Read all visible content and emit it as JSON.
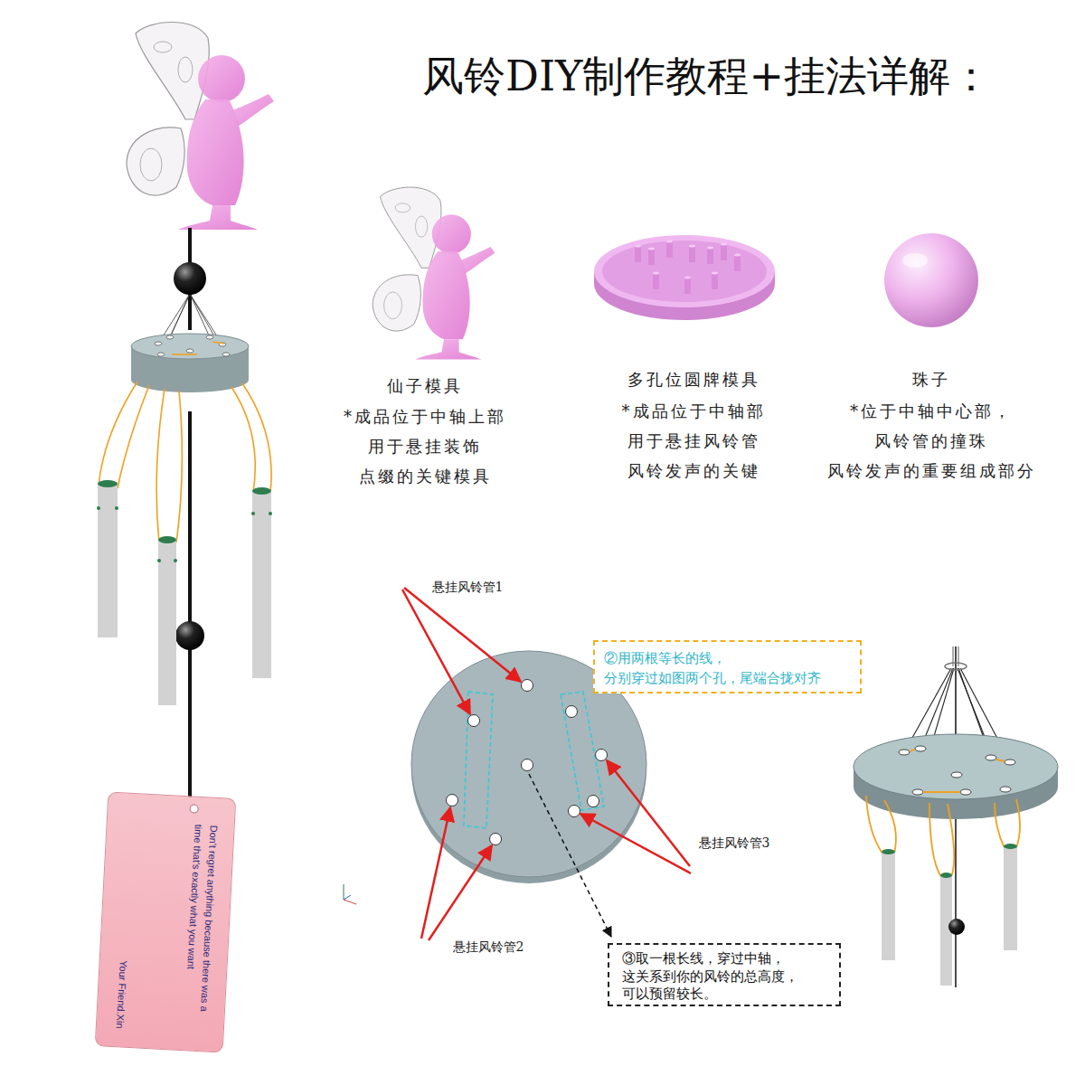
{
  "diagram": {
    "title": "风铃DIY制作教程+挂法详解：",
    "nodes": [
      {
        "text": [
          "②用两根等长的线， 分别穿过如图两个孔，尾端合拢对齐"
        ]
      },
      {
        "text": [
          "③取一根长线，穿过中轴， 这关系到你的风铃的总高度， 可以预留较长。"
        ]
      },
      {
        "text": [
          "Don't regret anything because there was a time that's exactly what you want",
          "Your Friend.Xin"
        ]
      }
    ],
    "labels": [
      "仙子模具",
      "*成品位于中轴上部",
      "用于悬挂装饰",
      "点缀的关键模具",
      "多孔位圆牌模具",
      "*成品位于中轴部",
      "用于悬挂风铃管",
      "风铃发声的关键",
      "珠子",
      "*位于中轴中心部，",
      "风铃管的撞珠",
      "风铃发声的重要组成部分",
      "悬挂风铃管1",
      "悬挂风铃管2",
      "悬挂风铃管3"
    ]
  }
}
